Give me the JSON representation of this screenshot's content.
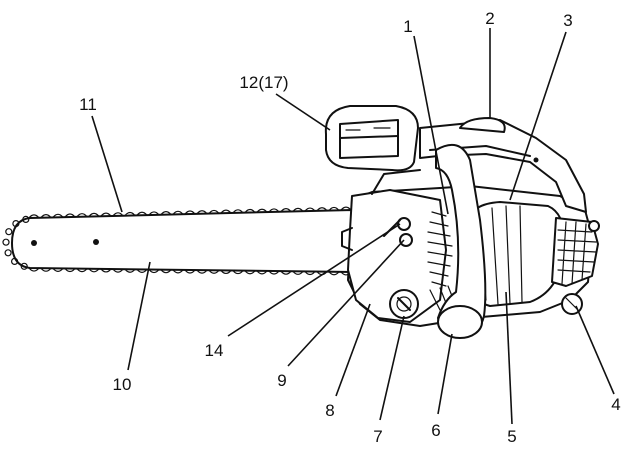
{
  "diagram": {
    "callouts": [
      {
        "id": "c1",
        "label": "1"
      },
      {
        "id": "c2",
        "label": "2"
      },
      {
        "id": "c3",
        "label": "3"
      },
      {
        "id": "c4",
        "label": "4"
      },
      {
        "id": "c5",
        "label": "5"
      },
      {
        "id": "c6",
        "label": "6"
      },
      {
        "id": "c7",
        "label": "7"
      },
      {
        "id": "c8",
        "label": "8"
      },
      {
        "id": "c9",
        "label": "9"
      },
      {
        "id": "c10",
        "label": "10"
      },
      {
        "id": "c11",
        "label": "11"
      },
      {
        "id": "c12",
        "label": "12(17)"
      },
      {
        "id": "c14",
        "label": "14"
      }
    ]
  }
}
